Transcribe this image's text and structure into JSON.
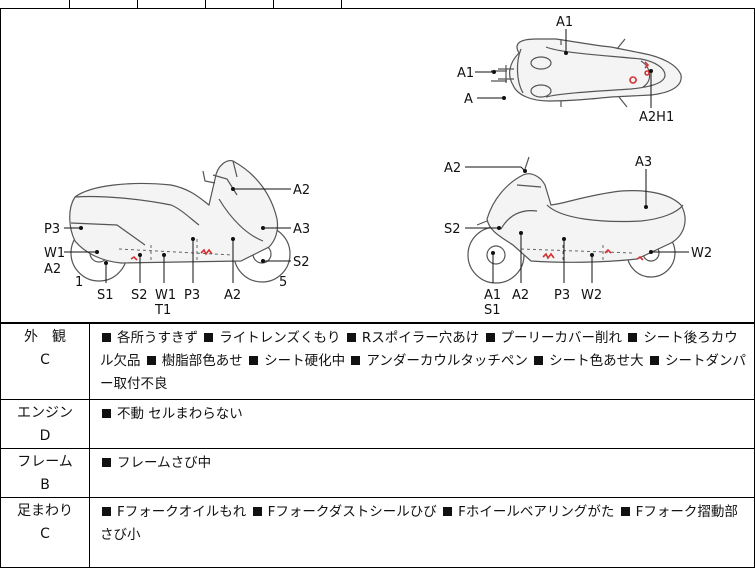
{
  "diagram": {
    "top_view": {
      "labels": [
        "A1",
        "A1",
        "A",
        "A2H1"
      ]
    },
    "left_side": {
      "right_labels": [
        "A2",
        "A3",
        "S2"
      ],
      "left_labels": [
        "P3",
        "W1",
        "A2"
      ],
      "bottom_labels": [
        "1",
        "S1",
        "S2",
        "W1",
        "P3",
        "A2",
        "5"
      ],
      "bottom_sub": "T1"
    },
    "right_side": {
      "top_labels": [
        "A2",
        "A3"
      ],
      "left_labels": [
        "S2"
      ],
      "right_labels": [
        "W2"
      ],
      "bottom_labels": [
        "A1",
        "A2",
        "P3",
        "W2"
      ],
      "bottom_sub": "S1"
    },
    "scratch_color": "#d23232"
  },
  "conditions": [
    {
      "category": "外　観",
      "grade": "C",
      "items": [
        "各所うすきず",
        "ライトレンズくもり",
        "Rスポイラー穴あけ",
        "プーリーカバー削れ",
        "シート後ろカウル欠品",
        "樹脂部色あせ",
        "シート硬化中",
        "アンダーカウルタッチペン",
        "シート色あせ大",
        "シートダンパー取付不良"
      ]
    },
    {
      "category": "エンジン",
      "grade": "D",
      "items": [
        "不動 セルまわらない"
      ]
    },
    {
      "category": "フレーム",
      "grade": "B",
      "items": [
        "フレームさび中"
      ]
    },
    {
      "category": "足まわり",
      "grade": "C",
      "items": [
        "Fフォークオイルもれ",
        "Fフォークダストシールひび",
        "Fホイールベアリングがた",
        "Fフォーク摺動部さび小"
      ]
    }
  ]
}
